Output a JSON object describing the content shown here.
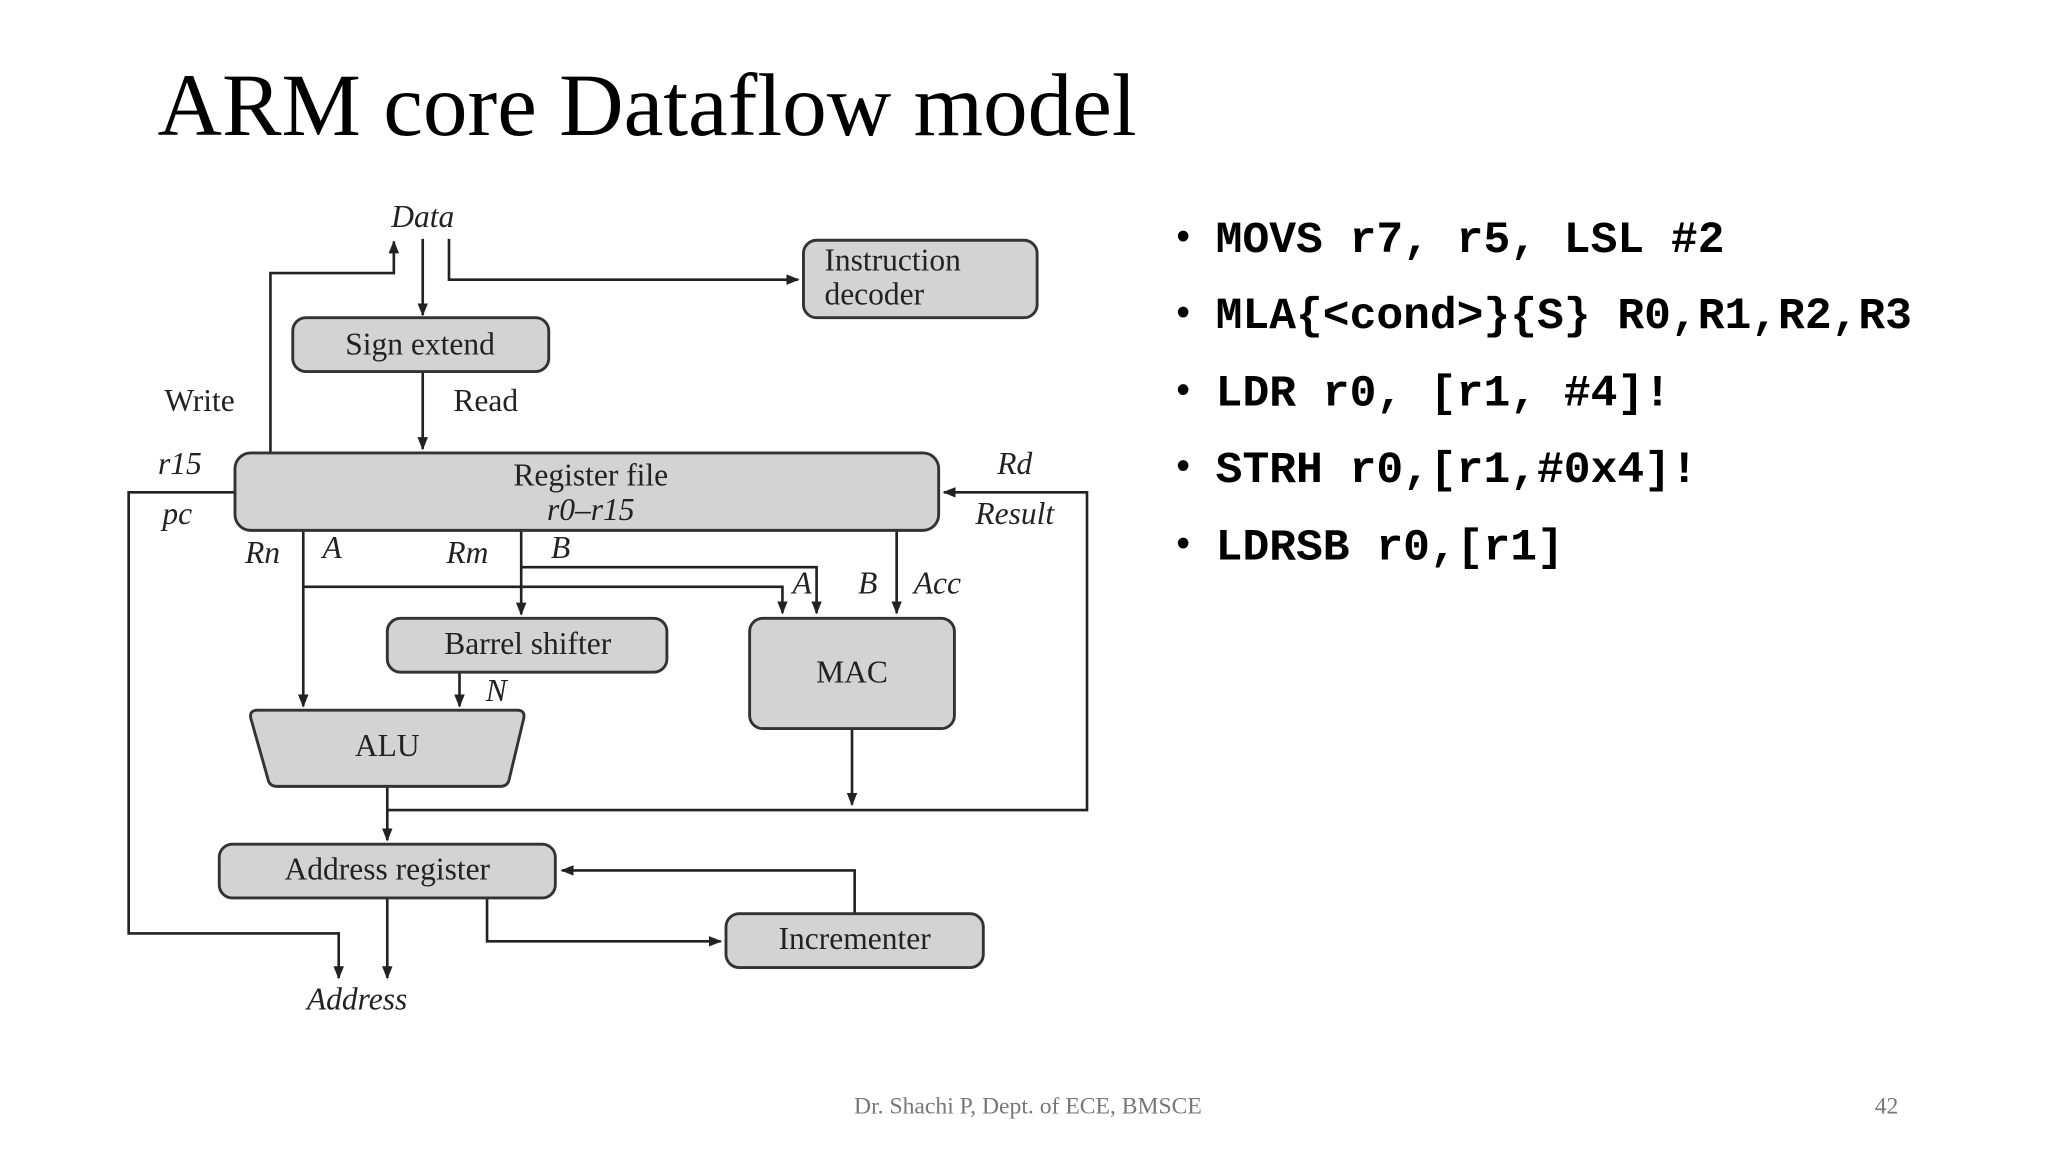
{
  "slide": {
    "title": "ARM core Dataflow model",
    "bullets": [
      "MOVS r7, r5, LSL #2",
      "MLA{<cond>}{S} R0,R1,R2,R3",
      "LDR r0, [r1, #4]!",
      "STRH r0,[r1,#0x4]!",
      "LDRSB r0,[r1]"
    ],
    "footer": "Dr. Shachi P, Dept. of ECE, BMSCE",
    "page_number": "42"
  },
  "diagram": {
    "blocks": {
      "instruction_decoder": [
        "Instruction",
        "decoder"
      ],
      "sign_extend": "Sign extend",
      "register_file": [
        "Register file",
        "r0–r15"
      ],
      "barrel_shifter": "Barrel shifter",
      "mac": "MAC",
      "alu": "ALU",
      "address_register": "Address register",
      "incrementer": "Incrementer"
    },
    "labels": {
      "data": "Data",
      "write": "Write",
      "read": "Read",
      "r15": "r15",
      "pc": "pc",
      "rd": "Rd",
      "result": "Result",
      "rn": "Rn",
      "a": "A",
      "rm": "Rm",
      "b": "B",
      "mac_a": "A",
      "mac_b": "B",
      "acc": "Acc",
      "n": "N",
      "address": "Address"
    },
    "colors": {
      "block_fill": "#d3d3d3",
      "stroke": "#222222"
    }
  }
}
